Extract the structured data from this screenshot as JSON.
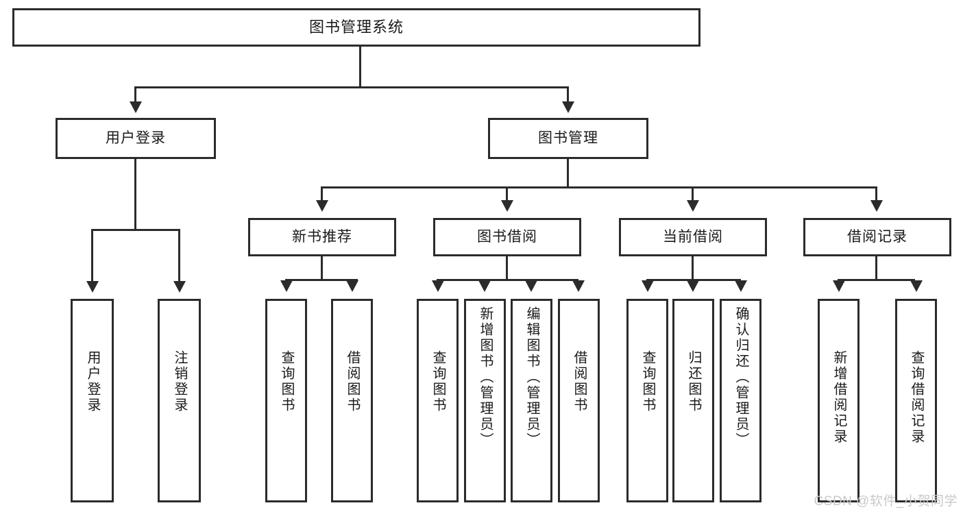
{
  "diagram": {
    "title": "图书管理系统",
    "type": "tree-hierarchy-chart",
    "root": {
      "label": "图书管理系统"
    },
    "level2": [
      {
        "label": "用户登录"
      },
      {
        "label": "图书管理"
      }
    ],
    "level3": [
      {
        "label": "新书推荐"
      },
      {
        "label": "图书借阅"
      },
      {
        "label": "当前借阅"
      },
      {
        "label": "借阅记录"
      }
    ],
    "leaves": {
      "user_login": [
        {
          "label": "用户登录"
        },
        {
          "label": "注销登录"
        }
      ],
      "new_book_recommend": [
        {
          "label": "查询图书"
        },
        {
          "label": "借阅图书"
        }
      ],
      "book_borrow": [
        {
          "label": "查询图书"
        },
        {
          "label": "新增图书（管理员）"
        },
        {
          "label": "编辑图书（管理员）"
        },
        {
          "label": "借阅图书"
        }
      ],
      "current_borrow": [
        {
          "label": "查询图书"
        },
        {
          "label": "归还图书"
        },
        {
          "label": "确认归还（管理员）"
        }
      ],
      "borrow_record": [
        {
          "label": "新增借阅记录"
        },
        {
          "label": "查询借阅记录"
        }
      ]
    }
  },
  "watermark": {
    "text": "CSDN @软件_小贺同学"
  },
  "colors": {
    "border": "#2b2b2b",
    "background": "#ffffff",
    "text": "#1a1a1a",
    "watermark": "#c9c9c9"
  }
}
